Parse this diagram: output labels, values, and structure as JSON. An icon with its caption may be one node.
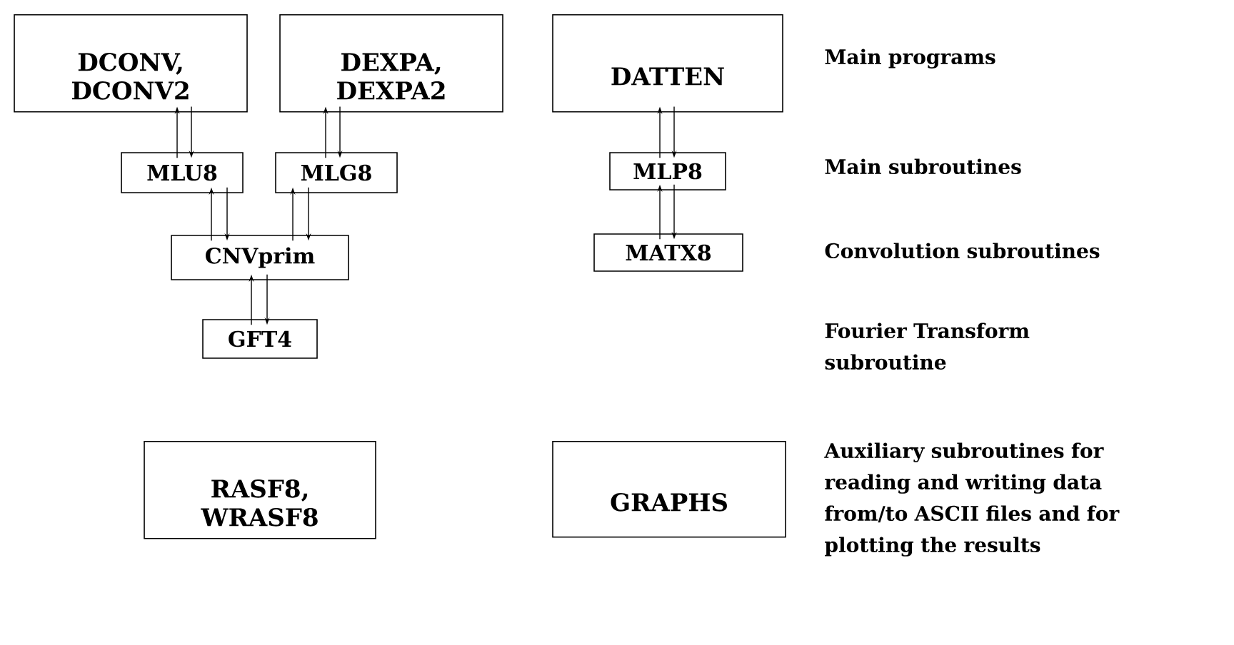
{
  "diagram": {
    "nodes": [
      {
        "text": [
          "DCONV, DCONV2"
        ]
      },
      {
        "text": [
          "DEXPA, DEXPA2"
        ]
      },
      {
        "text": [
          "DATTEN"
        ]
      },
      {
        "text": [
          "MLU8"
        ]
      },
      {
        "text": [
          "MLG8"
        ]
      },
      {
        "text": [
          "MLP8"
        ]
      },
      {
        "text": [
          "CNVprim"
        ]
      },
      {
        "text": [
          "MATX8"
        ]
      },
      {
        "text": [
          "GFT4"
        ]
      },
      {
        "text": [
          "RASF8, WRASF8"
        ]
      },
      {
        "text": [
          "GRAPHS"
        ]
      }
    ],
    "edges": [
      {
        "from": 3,
        "to": 0,
        "arrow": "to"
      },
      {
        "from": 0,
        "to": 3,
        "arrow": "to"
      },
      {
        "from": 4,
        "to": 1,
        "arrow": "to"
      },
      {
        "from": 1,
        "to": 4,
        "arrow": "to"
      },
      {
        "from": 5,
        "to": 2,
        "arrow": "to"
      },
      {
        "from": 2,
        "to": 5,
        "arrow": "to"
      },
      {
        "from": 6,
        "to": 3,
        "arrow": "to"
      },
      {
        "from": 3,
        "to": 6,
        "arrow": "to"
      },
      {
        "from": 6,
        "to": 4,
        "arrow": "to"
      },
      {
        "from": 4,
        "to": 6,
        "arrow": "to"
      },
      {
        "from": 7,
        "to": 5,
        "arrow": "to"
      },
      {
        "from": 5,
        "to": 7,
        "arrow": "to"
      },
      {
        "from": 8,
        "to": 6,
        "arrow": "to"
      },
      {
        "from": 6,
        "to": 8,
        "arrow": "to"
      }
    ],
    "labels": [
      "Main programs",
      "Main subroutines",
      "Convolution subroutines",
      "Fourier Transform subroutine",
      "Auxiliary subroutines for reading and writing data from/to ASCII files and for plotting the results"
    ]
  }
}
